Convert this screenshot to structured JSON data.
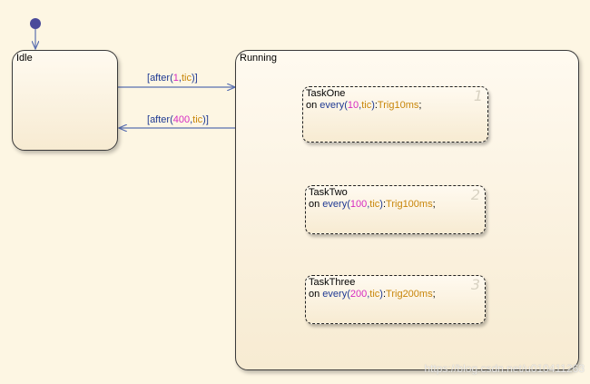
{
  "states": {
    "idle": {
      "name": "Idle"
    },
    "running": {
      "name": "Running"
    }
  },
  "transitions": {
    "to_running": {
      "open": "[",
      "fn": "after",
      "lp": "(",
      "n": "1",
      "comma": ",",
      "v": "tic",
      "rp": ")",
      "close": "]"
    },
    "to_idle": {
      "open": "[",
      "fn": "after",
      "lp": "(",
      "n": "400",
      "comma": ",",
      "v": "tic",
      "rp": ")",
      "close": "]"
    }
  },
  "tasks": [
    {
      "name": "TaskOne",
      "on": "on ",
      "fn": "every",
      "lp": "(",
      "n": "10",
      "comma": ",",
      "v": "tic",
      "rp": ")",
      "colon": ":",
      "event": "Trig10ms",
      "semi": ";",
      "order": "1"
    },
    {
      "name": "TaskTwo",
      "on": "on ",
      "fn": "every",
      "lp": "(",
      "n": "100",
      "comma": ",",
      "v": "tic",
      "rp": ")",
      "colon": ":",
      "event": "Trig100ms",
      "semi": ";",
      "order": "2"
    },
    {
      "name": "TaskThree",
      "on": "on ",
      "fn": "every",
      "lp": "(",
      "n": "200",
      "comma": ",",
      "v": "tic",
      "rp": ")",
      "colon": ":",
      "event": "Trig200ms",
      "semi": ";",
      "order": "3"
    }
  ],
  "watermark": "https://blog.csdn.net/u010411263",
  "colors": {
    "keyword": "#1f3a93",
    "number": "#d62cc2",
    "variable": "#c8860a",
    "transition_line": "#5a6fb0",
    "default_dot": "#4a4a9a"
  }
}
